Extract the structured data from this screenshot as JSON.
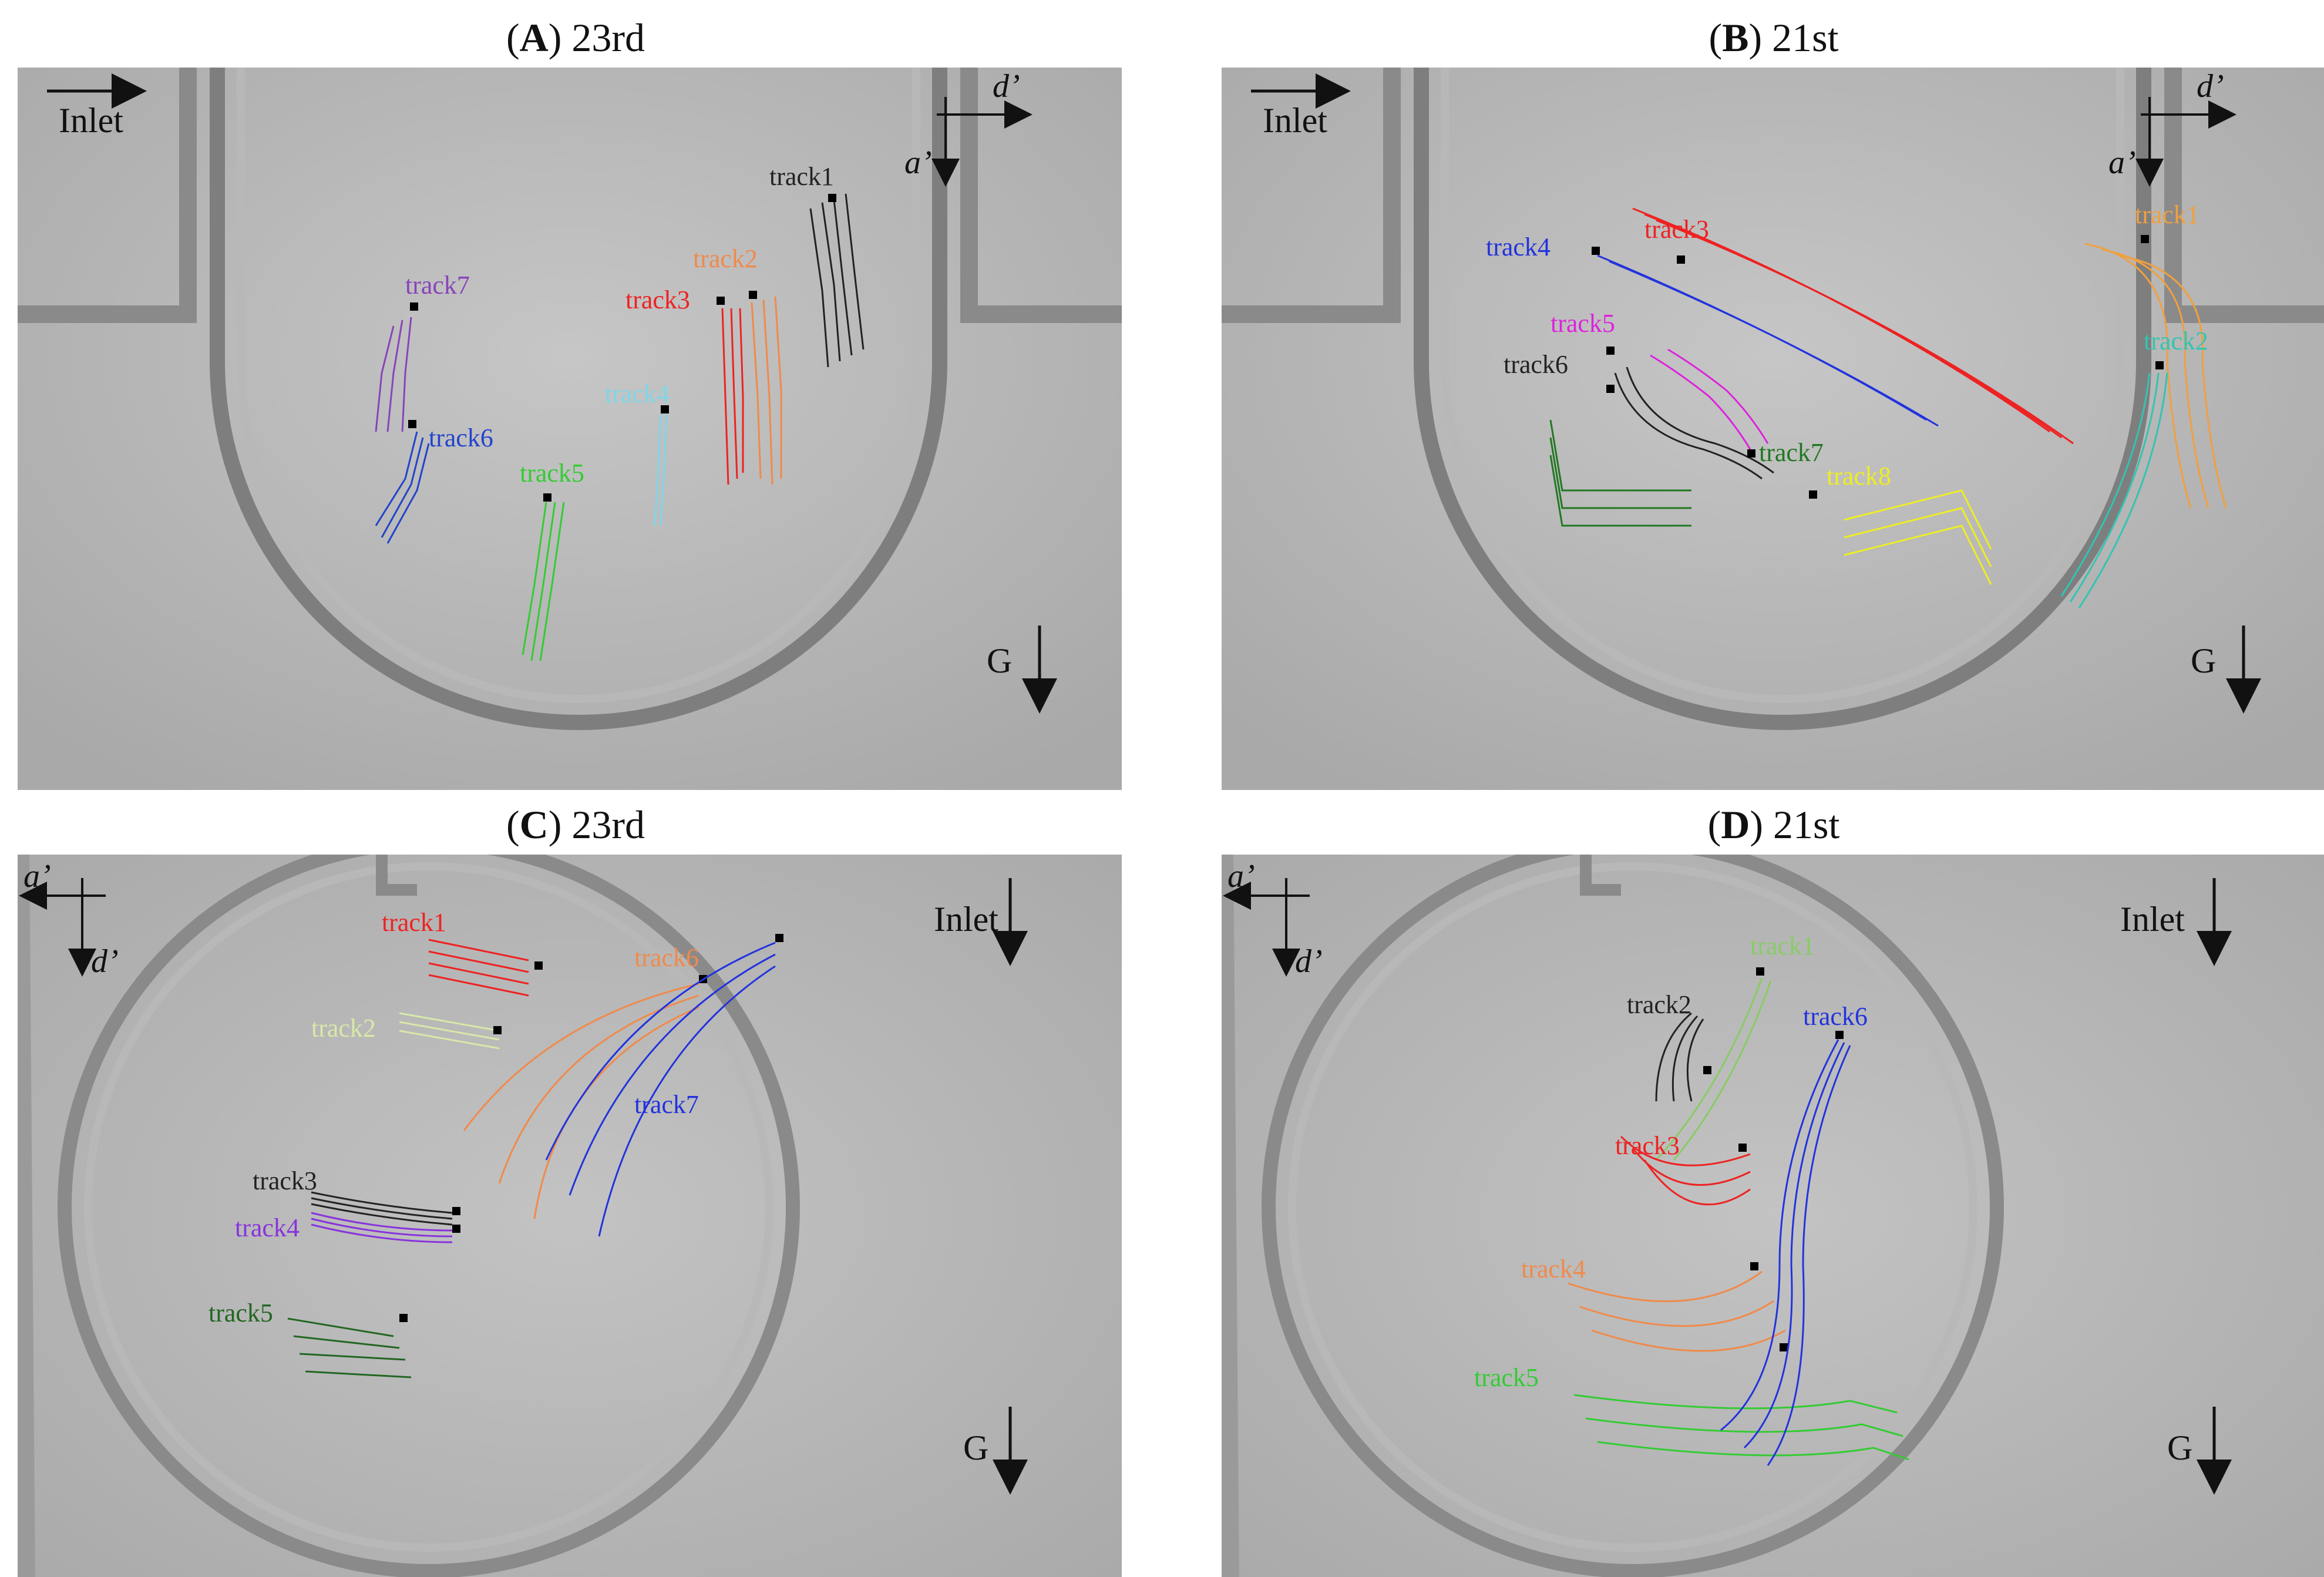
{
  "panels": [
    {
      "id": "A",
      "letter": "A",
      "suffix": "23rd",
      "inlet": "Inlet",
      "g": "G",
      "ax_a": "a’",
      "ax_d": "d’",
      "tracks": [
        {
          "name": "track1",
          "color": "#222222"
        },
        {
          "name": "track2",
          "color": "#f08a4b"
        },
        {
          "name": "track3",
          "color": "#ee2222"
        },
        {
          "name": "track4",
          "color": "#7fd6e8"
        },
        {
          "name": "track5",
          "color": "#33cc33"
        },
        {
          "name": "track6",
          "color": "#2244cc"
        },
        {
          "name": "track7",
          "color": "#8844bb"
        }
      ]
    },
    {
      "id": "B",
      "letter": "B",
      "suffix": "21st",
      "inlet": "Inlet",
      "g": "G",
      "ax_a": "a’",
      "ax_d": "d’",
      "tracks": [
        {
          "name": "track1",
          "color": "#f0a040"
        },
        {
          "name": "track2",
          "color": "#33c4b0"
        },
        {
          "name": "track3",
          "color": "#ee2222"
        },
        {
          "name": "track4",
          "color": "#2233dd"
        },
        {
          "name": "track5",
          "color": "#dd22dd"
        },
        {
          "name": "track6",
          "color": "#222222"
        },
        {
          "name": "track7",
          "color": "#227722"
        },
        {
          "name": "track8",
          "color": "#eeee22"
        }
      ]
    },
    {
      "id": "C",
      "letter": "C",
      "suffix": "23rd",
      "inlet": "Inlet",
      "g": "G",
      "ax_a": "a’",
      "ax_d": "d’",
      "tracks": [
        {
          "name": "track1",
          "color": "#ee2222"
        },
        {
          "name": "track2",
          "color": "#d8e8a8"
        },
        {
          "name": "track3",
          "color": "#222222"
        },
        {
          "name": "track4",
          "color": "#8833dd"
        },
        {
          "name": "track5",
          "color": "#226622"
        },
        {
          "name": "track6",
          "color": "#f08a4b"
        },
        {
          "name": "track7",
          "color": "#2233dd"
        }
      ]
    },
    {
      "id": "D",
      "letter": "D",
      "suffix": "21st",
      "inlet": "Inlet",
      "g": "G",
      "ax_a": "a’",
      "ax_d": "d’",
      "tracks": [
        {
          "name": "track1",
          "color": "#88cc66"
        },
        {
          "name": "track2",
          "color": "#222222"
        },
        {
          "name": "track3",
          "color": "#ee2222"
        },
        {
          "name": "track4",
          "color": "#f08a4b"
        },
        {
          "name": "track5",
          "color": "#33cc33"
        },
        {
          "name": "track6",
          "color": "#2233dd"
        }
      ]
    }
  ]
}
